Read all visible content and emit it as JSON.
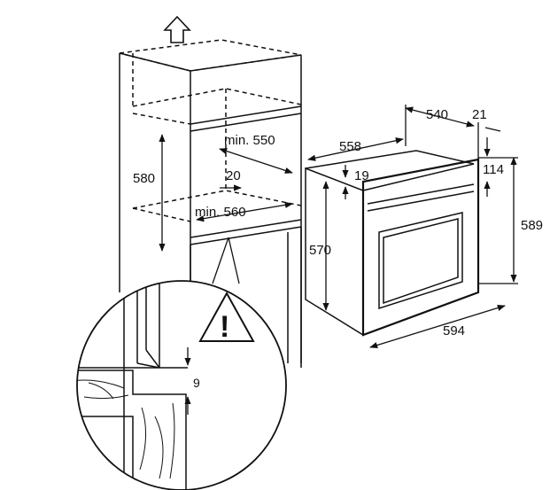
{
  "labels": {
    "width_540": "540",
    "gap_21": "21",
    "depth_558": "558",
    "top_19": "19",
    "top_114": "114",
    "height_589": "589",
    "height_570": "570",
    "width_594": "594",
    "niche_min550": "min. 550",
    "niche_580": "580",
    "niche_20": "20",
    "niche_min560": "min. 560",
    "detail_9": "9"
  },
  "warning": {
    "symbol": "!"
  },
  "icons": {
    "up": "up-arrow-icon",
    "warning": "warning-icon"
  },
  "colors": {
    "line": "#111111",
    "hidden": "#333333",
    "background": "#ffffff"
  }
}
